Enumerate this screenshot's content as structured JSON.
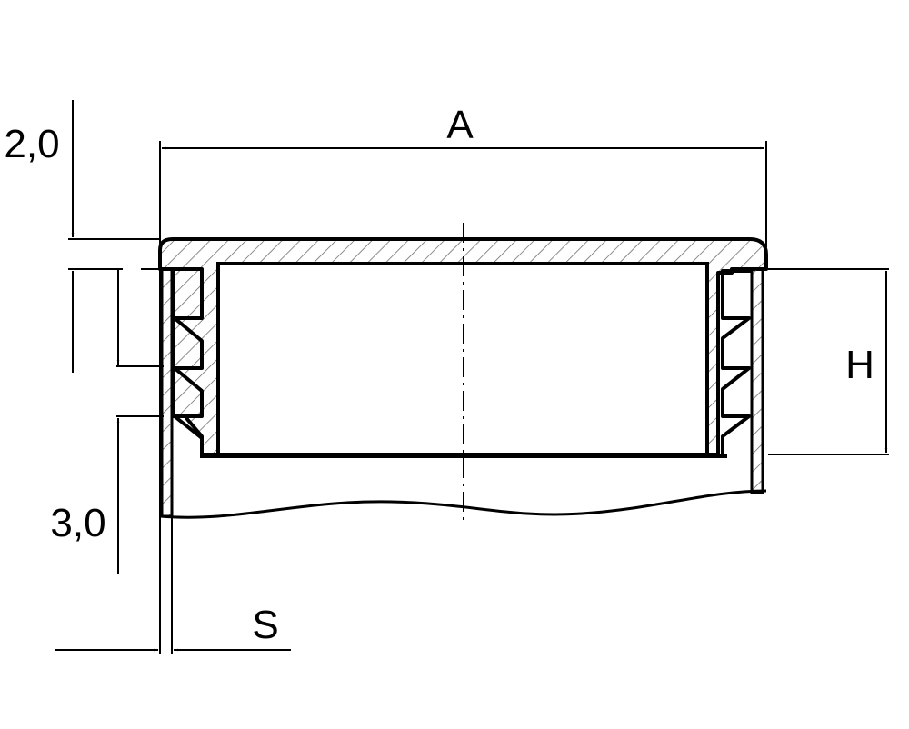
{
  "drawing": {
    "labels": {
      "width": "A",
      "height": "H",
      "wall_thickness": "S",
      "top_thickness": "2,0",
      "rib_pitch": "3,0"
    },
    "colors": {
      "line": "#000000",
      "hatch": "#555555",
      "background": "#ffffff"
    }
  }
}
